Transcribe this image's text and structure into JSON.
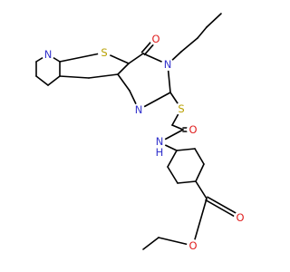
{
  "molecule": {
    "atom_labels": {
      "n_pyridine": "N",
      "s_thiophene": "S",
      "o_carbonyl": "O",
      "n_lactam": "N",
      "n_pyrimidine": "N",
      "s_thioether": "S",
      "o_amide": "O",
      "n_amide": "N",
      "h_amide": "H",
      "o_ester_carbonyl": "O",
      "o_ester_ether": "O"
    },
    "colors": {
      "bond": "#000000",
      "nitrogen": "#3333cc",
      "oxygen": "#e02020",
      "sulfur": "#b8a000"
    }
  }
}
